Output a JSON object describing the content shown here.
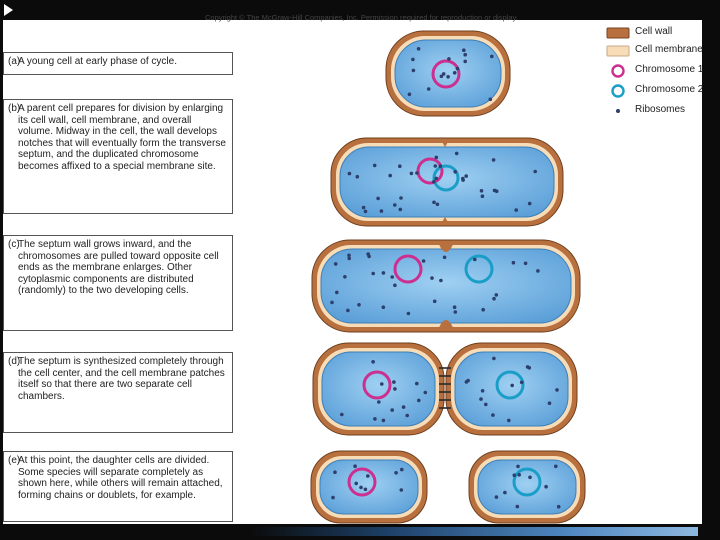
{
  "copyright": "Copyright © The McGraw-Hill Companies, Inc. Permission required for reproduction or display.",
  "legend": [
    {
      "label": "Cell wall",
      "icon": "cell-wall-swatch",
      "color": "#b8703e"
    },
    {
      "label": "Cell membrane",
      "icon": "cell-membrane-swatch",
      "color": "#f7dcb8"
    },
    {
      "label": "Chromosome 1",
      "icon": "chromosome-1-ring",
      "color": "#cc2f8f"
    },
    {
      "label": "Chromosome 2",
      "icon": "chromosome-2-ring",
      "color": "#1a9ec8"
    },
    {
      "label": "Ribosomes",
      "icon": "ribosome-dot",
      "color": "#2d3f6c"
    }
  ],
  "stages": [
    {
      "label": "(a)",
      "text": "A young cell at early phase of cycle."
    },
    {
      "label": "(b)",
      "text": "A parent cell prepares for division by enlarging its cell wall, cell membrane, and overall volume. Midway in the cell, the wall develops notches that will eventually form the transverse septum, and the duplicated chromosome becomes affixed to a special membrane site."
    },
    {
      "label": "(c)",
      "text": "The septum wall grows inward, and the chromosomes are pulled toward opposite cell ends as the membrane enlarges. Other cytoplasmic components are distributed (randomly) to the two developing cells."
    },
    {
      "label": "(d)",
      "text": "The septum is synthesized completely through the cell center, and the cell membrane patches itself so that there are two separate cell chambers."
    },
    {
      "label": "(e)",
      "text": "At this point, the daughter cells are divided. Some species will separate completely as shown here, while others will remain attached, forming chains or doublets, for example."
    }
  ]
}
